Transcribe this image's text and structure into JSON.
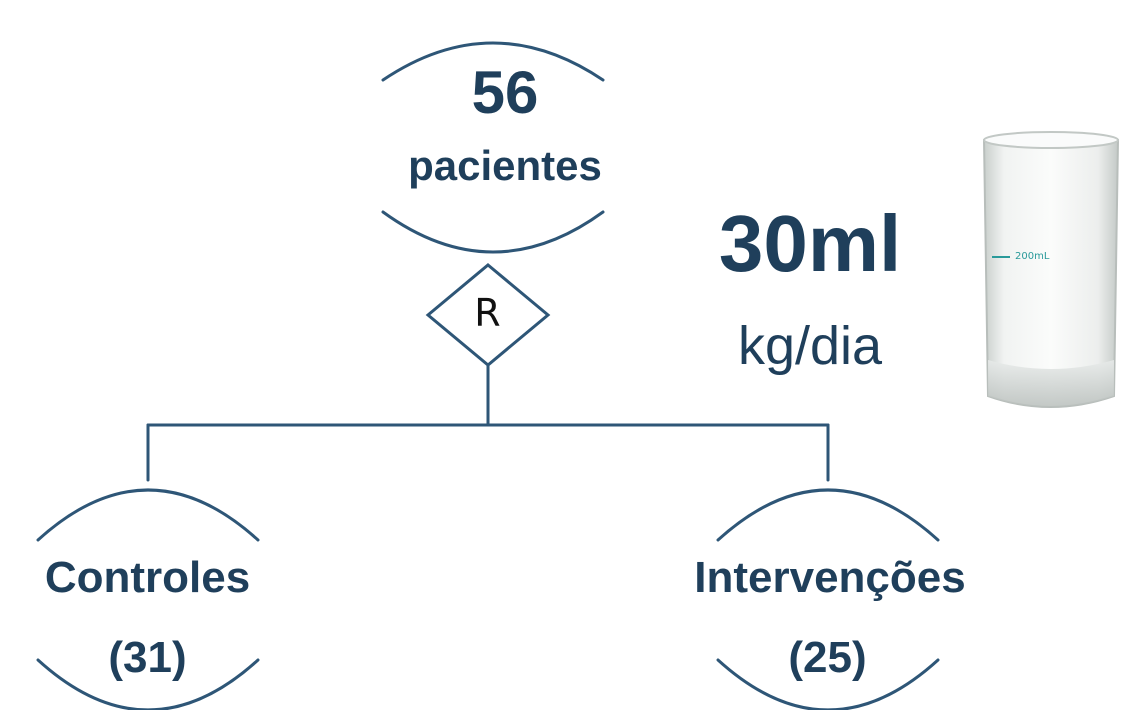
{
  "diagram": {
    "top_node": {
      "count": "56",
      "label": "pacientes"
    },
    "randomization": {
      "label": "R"
    },
    "dose": {
      "value": "30ml",
      "unit": "kg/dia"
    },
    "glass_label": "200mL",
    "left_node": {
      "label": "Controles",
      "count": "(31)"
    },
    "right_node": {
      "label": "Intervenções",
      "count": "(25)"
    },
    "colors": {
      "line": "#2e5677",
      "text": "#1f3f5b",
      "glass_mark": "#2a9a9a"
    }
  }
}
